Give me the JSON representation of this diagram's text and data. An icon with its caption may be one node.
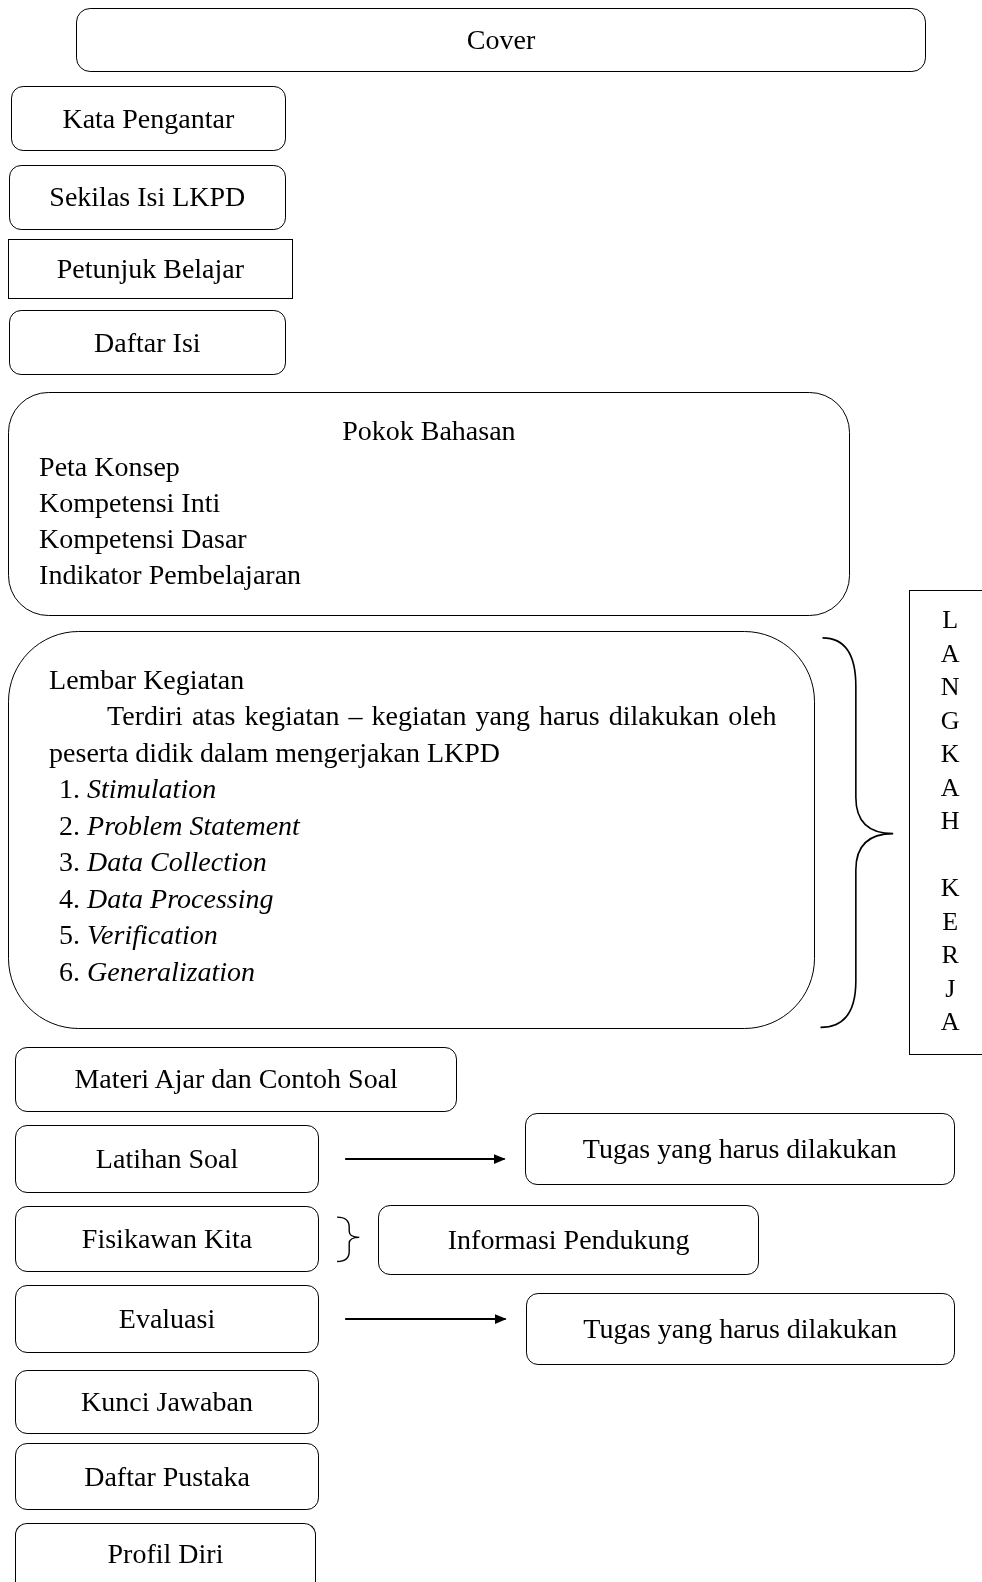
{
  "diagram": {
    "nodes": [
      {
        "text": [
          "Cover"
        ]
      },
      {
        "text": [
          "Kata Pengantar"
        ]
      },
      {
        "text": [
          "Sekilas Isi LKPD"
        ]
      },
      {
        "text": [
          "Petunjuk Belajar"
        ]
      },
      {
        "text": [
          "Daftar Isi"
        ]
      },
      {
        "text": [
          "Pokok Bahasan",
          "Peta Konsep",
          "Kompetensi Inti",
          "Kompetensi Dasar",
          "Indikator Pembelajaran"
        ]
      },
      {
        "text": [
          "Lembar Kegiatan",
          "Terdiri atas kegiatan – kegiatan yang harus dilakukan oleh peserta didik dalam mengerjakan LKPD",
          "1. *Stimulation*",
          "2. *Problem Statement*",
          "3. *Data Collection*",
          "4. *Data Processing*",
          "5. *Verification*",
          "6. *Generalization*"
        ]
      },
      {
        "text": [
          "LANGKAH KERJA"
        ]
      },
      {
        "text": [
          "Materi Ajar dan Contoh Soal"
        ]
      },
      {
        "text": [
          "Latihan Soal"
        ]
      },
      {
        "text": [
          "Tugas yang harus dilakukan"
        ]
      },
      {
        "text": [
          "Fisikawan Kita"
        ]
      },
      {
        "text": [
          "Informasi Pendukung"
        ]
      },
      {
        "text": [
          "Evaluasi"
        ]
      },
      {
        "text": [
          "Tugas yang harus dilakukan"
        ]
      },
      {
        "text": [
          "Kunci Jawaban"
        ]
      },
      {
        "text": [
          "Daftar Pustaka"
        ]
      },
      {
        "text": [
          "Profil Diri"
        ]
      }
    ],
    "edges": [
      {
        "from": 9,
        "to": 10,
        "arrow": "to"
      },
      {
        "from": 13,
        "to": 14,
        "arrow": "to"
      }
    ]
  }
}
